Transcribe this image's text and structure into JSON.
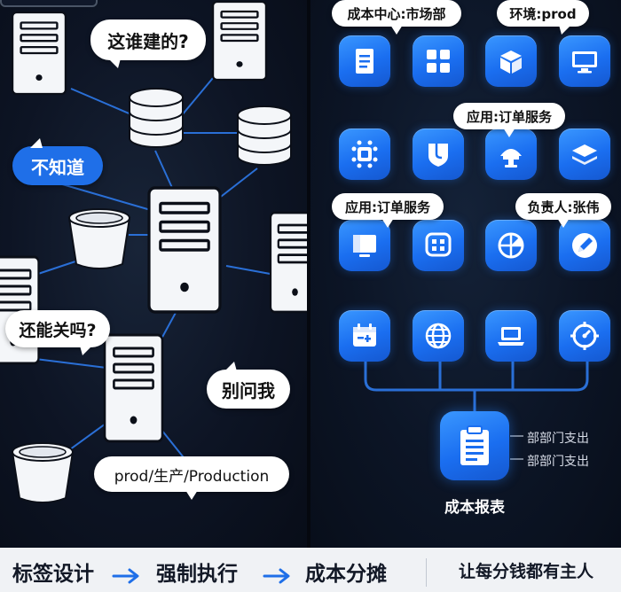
{
  "left_scene": {
    "bubbles": {
      "who_built": "这谁建的?",
      "dont_know": "不知道",
      "can_shutdown": "还能关吗?",
      "dont_ask": "别问我",
      "env_names": "prod/生产/Production"
    }
  },
  "right_scene": {
    "tags": {
      "cost_center": "成本中心:市场部",
      "environment": "环境:prod",
      "app_order_1": "应用:订单服务",
      "app_order_2": "应用:订单服务",
      "owner": "负责人:张伟"
    },
    "icons": [
      [
        "document-icon",
        "grid-apps-icon",
        "box-icon",
        "monitor-icon"
      ],
      [
        "cluster-icon",
        "shield-doc-icon",
        "lamp-icon",
        "layers-icon"
      ],
      [
        "desktop-icon",
        "chat-grid-icon",
        "globe-pie-icon",
        "pencil-icon"
      ],
      [
        "calendar-icon",
        "globe-icon",
        "laptop-icon",
        "compass-icon"
      ]
    ],
    "report": {
      "label": "成本报表",
      "dept_lines": [
        "部部门支出",
        "部部门支出"
      ]
    }
  },
  "bottom_bar": {
    "steps": [
      "标签设计",
      "强制执行",
      "成本分摊"
    ],
    "slogan": "让每分钱都有主人"
  },
  "colors": {
    "accent_blue": "#1f6fe8",
    "line_blue": "#2a6fd6",
    "background_dark": "#0a1020",
    "bottom_bar": "#f0f2f5"
  }
}
